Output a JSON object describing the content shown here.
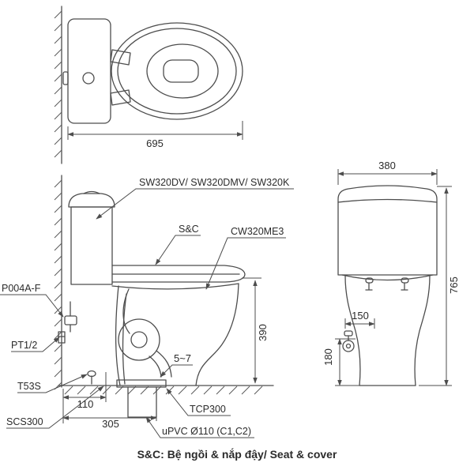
{
  "labels": {
    "tank_models": "SW320DV/ SW320DMV/ SW320K",
    "seat_cover": "S&C",
    "bowl_model": "CW320ME3",
    "supply_valve": "P004A-F",
    "water_inlet": "PT1/2",
    "bolt_cap": "T53S",
    "seal": "SCS300",
    "flange": "TCP300",
    "drain_pipe": "uPVC Ø110 (C1,C2)"
  },
  "dimensions": {
    "overall_depth": "695",
    "tank_width": "380",
    "overall_height": "765",
    "bowl_height": "390",
    "gap": "5~7",
    "bolt_to_wall": "110",
    "rough_in": "305",
    "supply_offset": "150",
    "supply_height": "180"
  },
  "footer": {
    "note": "S&C: Bệ ngồi & nắp đậy/ Seat & cover"
  }
}
